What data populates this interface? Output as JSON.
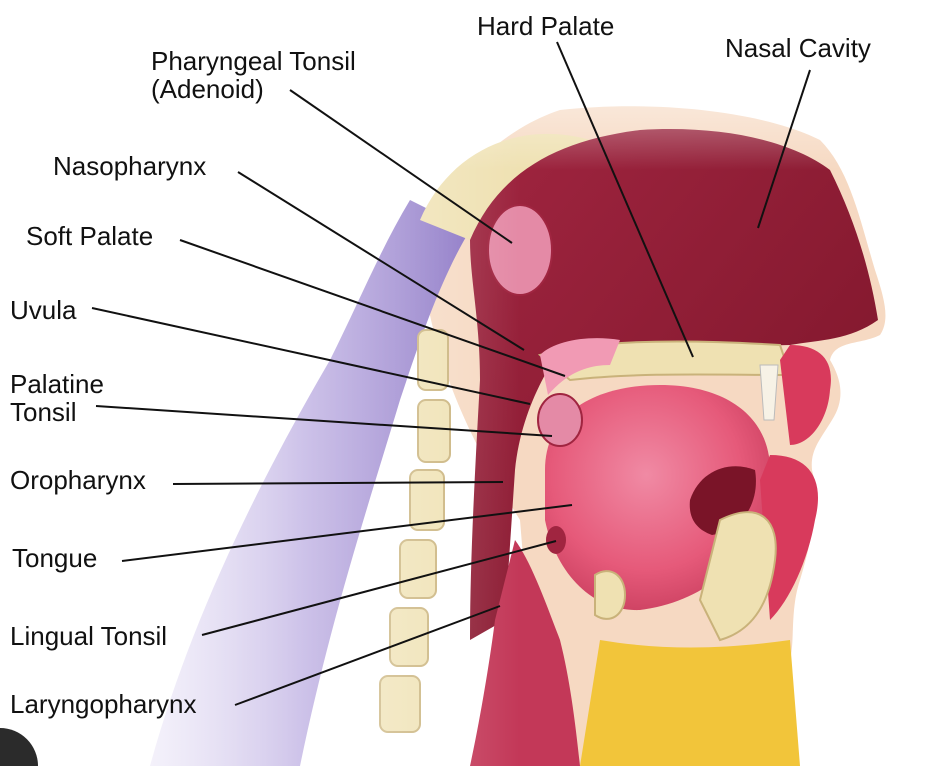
{
  "diagram": {
    "labels": {
      "hard_palate": "Hard Palate",
      "nasal_cavity": "Nasal Cavity",
      "pharyngeal_tonsil_line1": "Pharyngeal Tonsil",
      "pharyngeal_tonsil_line2": "(Adenoid)",
      "nasopharynx": "Nasopharynx",
      "soft_palate": "Soft Palate",
      "uvula": "Uvula",
      "palatine_tonsil_line1": "Palatine",
      "palatine_tonsil_line2": "Tonsil",
      "oropharynx": "Oropharynx",
      "tongue": "Tongue",
      "lingual_tonsil": "Lingual Tonsil",
      "laryngopharynx": "Laryngopharynx"
    },
    "colors": {
      "tissue_dark": "#8e1a30",
      "tissue_mid": "#b8324a",
      "tongue": "#e65a7a",
      "bone": "#efe1b2",
      "skin_yellow": "#f2c53a",
      "spine_purple": "#8f79c8",
      "leader_line": "#111111"
    }
  }
}
